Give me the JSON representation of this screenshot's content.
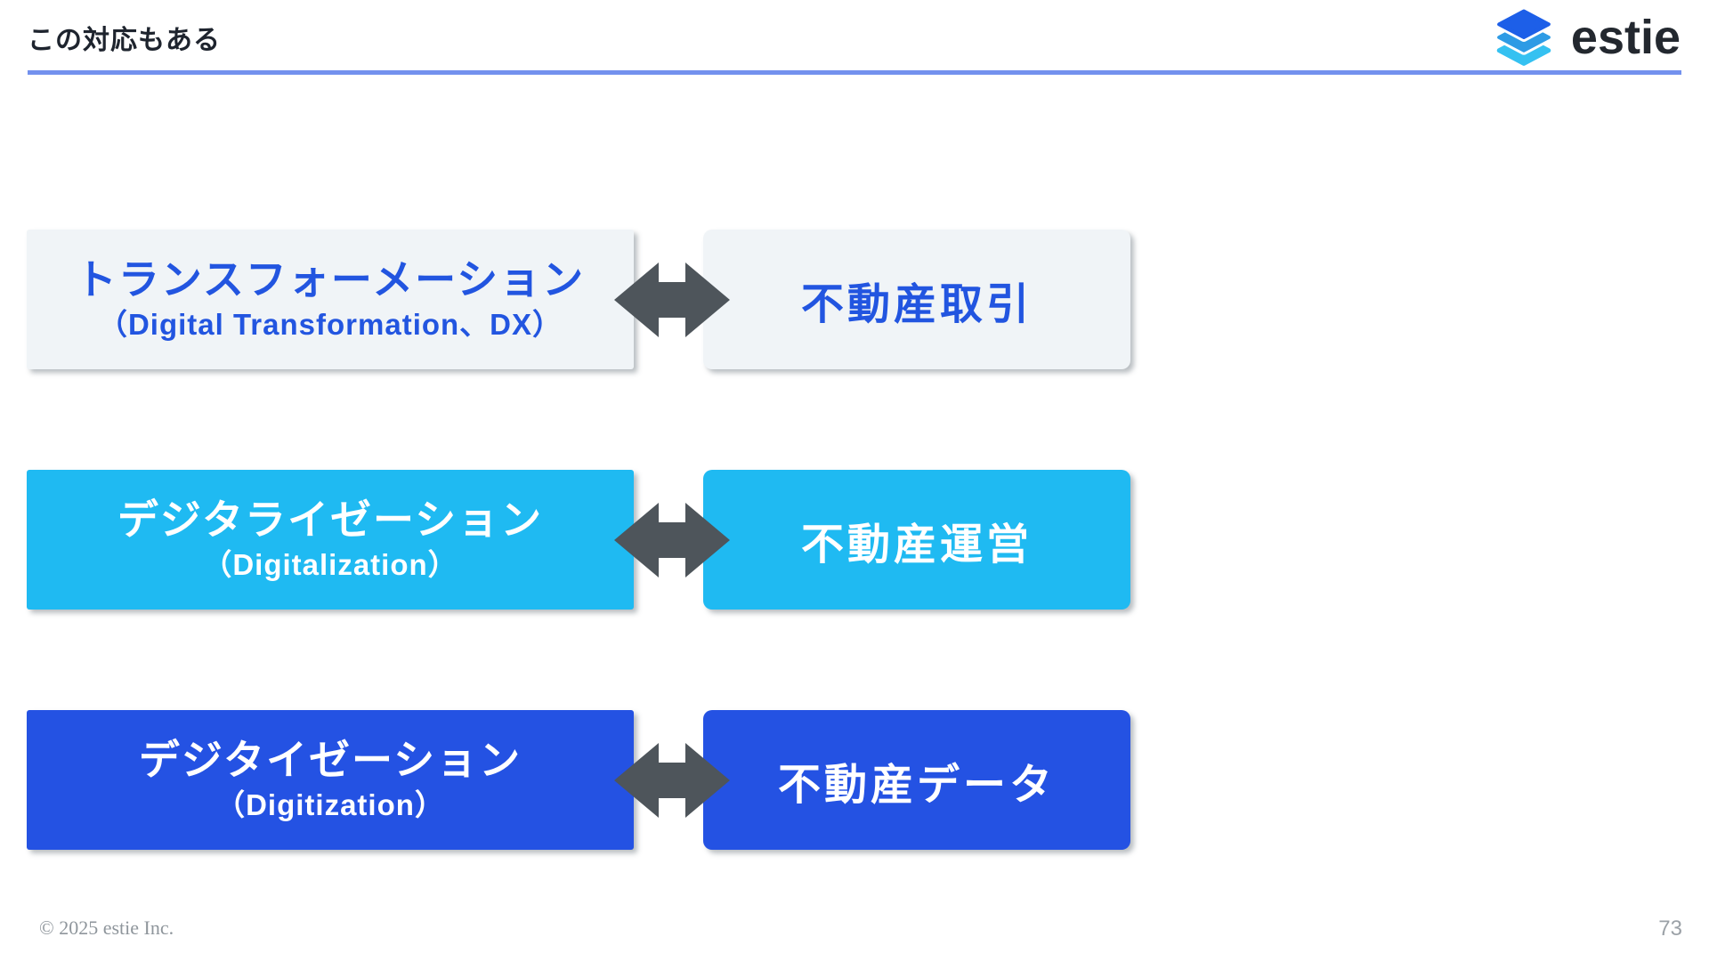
{
  "header": {
    "title": "この対応もある",
    "logo_text": "estie"
  },
  "rows": [
    {
      "left_line1": "トランスフォーメーション",
      "left_line2": "（Digital Transformation、DX）",
      "right_label": "不動産取引",
      "style": "light"
    },
    {
      "left_line1": "デジタライゼーション",
      "left_line2": "（Digitalization）",
      "right_label": "不動産運営",
      "style": "cyan"
    },
    {
      "left_line1": "デジタイゼーション",
      "left_line2": "（Digitization）",
      "right_label": "不動産データ",
      "style": "blue"
    }
  ],
  "footer": {
    "copyright": "© 2025 estie Inc.",
    "page_number": "73"
  },
  "icons": {
    "logo_mark": "stacked-layers-icon",
    "connector": "left-right-arrow-icon"
  },
  "colors": {
    "title_text": "#1e242e",
    "title_rule": "#7391ee",
    "light_box_bg": "#f0f4f7",
    "light_box_text": "#2255e0",
    "cyan_box_bg": "#1fbaf2",
    "blue_box_bg": "#2452e3",
    "box_text_white": "#ffffff",
    "arrow": "#4e555b",
    "logo_layer_top": "#1d5fe8",
    "logo_layer_middle": "#2e9be5",
    "logo_layer_bottom": "#35c1f1",
    "logo_text": "#23282f",
    "footer_text": "#8f969c",
    "page_number_text": "#9ba1a7"
  }
}
